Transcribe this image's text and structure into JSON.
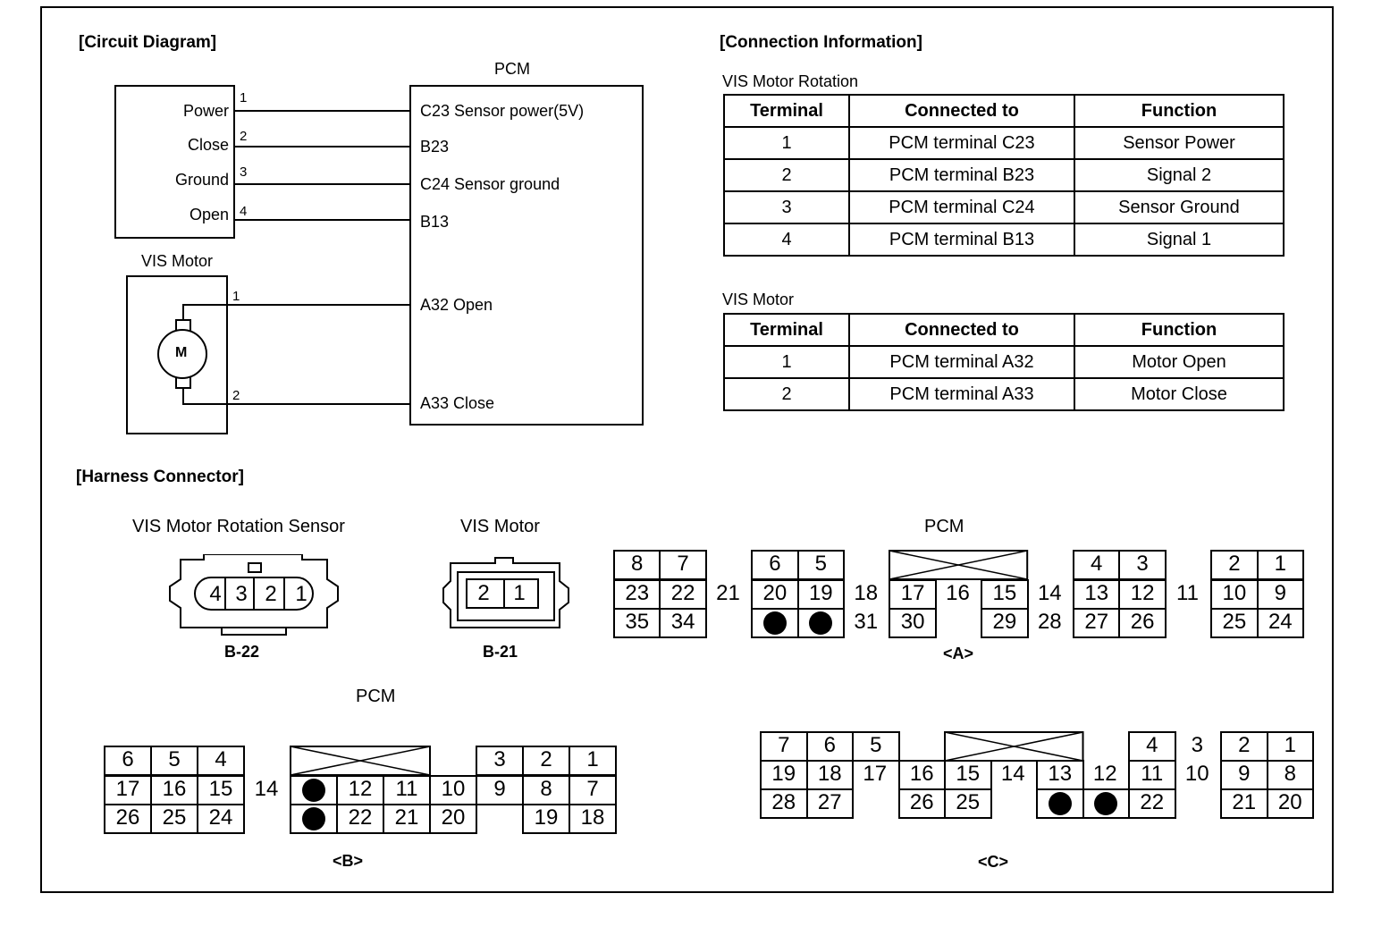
{
  "circuit": {
    "heading": "[Circuit Diagram]",
    "pcm_title": "PCM",
    "sensor_pins": [
      "Power",
      "Close",
      "Ground",
      "Open"
    ],
    "sensor_pin_numbers": [
      "1",
      "2",
      "3",
      "4"
    ],
    "pcm_pins": [
      "C23 Sensor power(5V)",
      "B23",
      "C24 Sensor ground",
      "B13"
    ],
    "motor_title": "VIS Motor",
    "motor_symbol": "M",
    "motor_pin_numbers": [
      "1",
      "2"
    ],
    "motor_pcm_pins": [
      "A32 Open",
      "A33 Close"
    ]
  },
  "connection": {
    "heading": "[Connection Information]",
    "table1_title": "VIS Motor Rotation",
    "table2_title": "VIS Motor",
    "headers": [
      "Terminal",
      "Connected to",
      "Function"
    ],
    "table1_rows": [
      [
        "1",
        "PCM terminal C23",
        "Sensor Power"
      ],
      [
        "2",
        "PCM terminal B23",
        "Signal 2"
      ],
      [
        "3",
        "PCM terminal C24",
        "Sensor Ground"
      ],
      [
        "4",
        "PCM terminal B13",
        "Signal 1"
      ]
    ],
    "table2_rows": [
      [
        "1",
        "PCM terminal A32",
        "Motor Open"
      ],
      [
        "2",
        "PCM terminal A33",
        "Motor Close"
      ]
    ]
  },
  "harness": {
    "heading": "[Harness Connector]",
    "sensor_title": "VIS Motor Rotation Sensor",
    "sensor_pins": [
      "4",
      "3",
      "2",
      "1"
    ],
    "sensor_code": "B-22",
    "motor_title": "VIS Motor",
    "motor_pins": [
      "2",
      "1"
    ],
    "motor_code": "B-21",
    "pcm_a_title": "PCM",
    "pcm_a_code": "<A>",
    "pcm_b_title": "PCM",
    "pcm_b_code": "<B>",
    "pcm_c_code": "<C>",
    "pcm_a": {
      "row1": [
        "8",
        "7",
        "6",
        "5",
        "4",
        "3",
        "2",
        "1"
      ],
      "row2": [
        "23",
        "22",
        "21",
        "20",
        "19",
        "18",
        "17",
        "16",
        "15",
        "14",
        "13",
        "12",
        "11",
        "10",
        "9"
      ],
      "row3": [
        "35",
        "34",
        "31",
        "30",
        "29",
        "28",
        "27",
        "26",
        "25",
        "24"
      ]
    },
    "pcm_b": {
      "row1": [
        "6",
        "5",
        "4",
        "3",
        "2",
        "1"
      ],
      "row2": [
        "17",
        "16",
        "15",
        "14",
        "12",
        "11",
        "10",
        "9",
        "8",
        "7"
      ],
      "row3": [
        "26",
        "25",
        "24",
        "22",
        "21",
        "20",
        "19",
        "18"
      ]
    },
    "pcm_c": {
      "row1": [
        "7",
        "6",
        "5",
        "4",
        "3",
        "2",
        "1"
      ],
      "row2": [
        "19",
        "18",
        "17",
        "16",
        "15",
        "14",
        "13",
        "12",
        "11",
        "10",
        "9",
        "8"
      ],
      "row3": [
        "28",
        "27",
        "26",
        "25",
        "22",
        "21",
        "20"
      ]
    }
  }
}
